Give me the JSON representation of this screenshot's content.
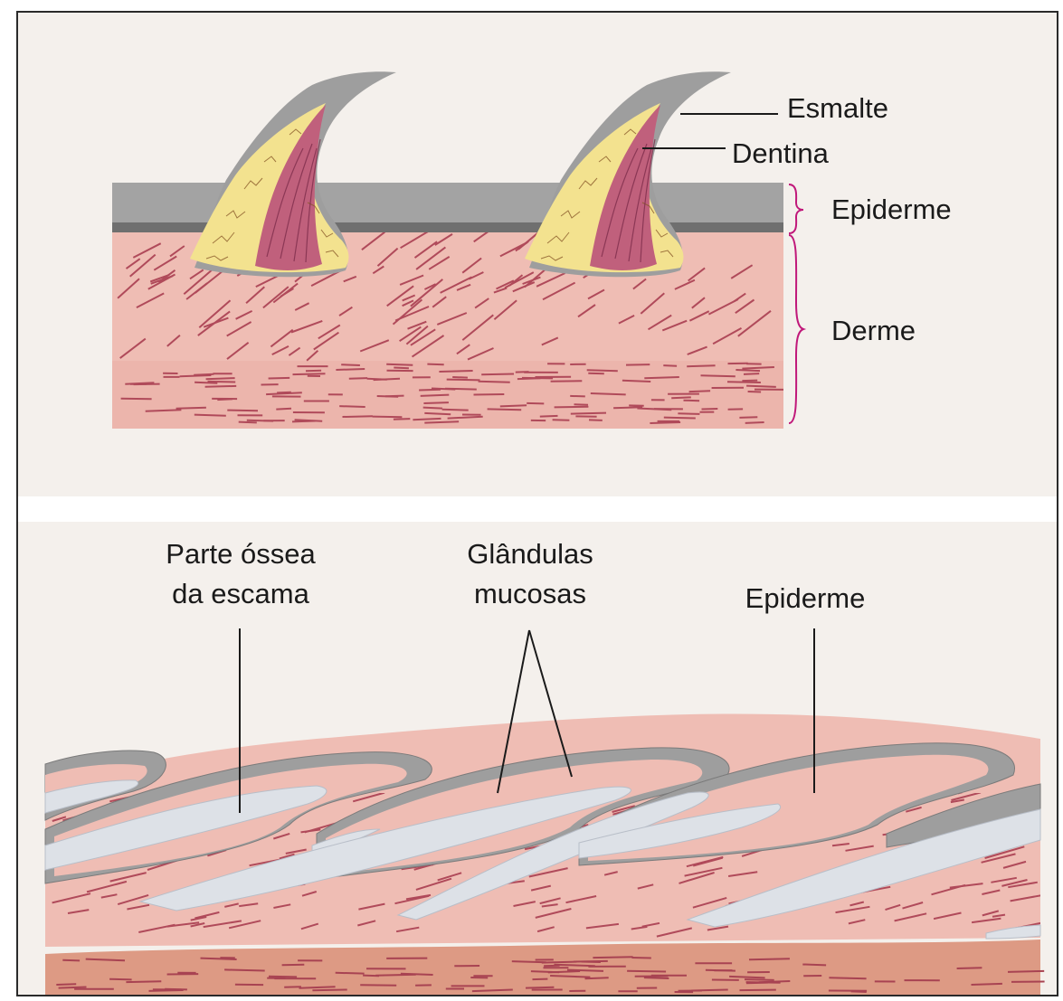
{
  "top_panel": {
    "labels": {
      "esmalte": "Esmalte",
      "dentina": "Dentina",
      "epiderme": "Epiderme",
      "derme": "Derme"
    }
  },
  "bottom_panel": {
    "labels": {
      "parte_ossea_line1": "Parte óssea",
      "parte_ossea_line2": "da escama",
      "glandulas_line1": "Glândulas",
      "glandulas_line2": "mucosas",
      "epiderme": "Epiderme"
    }
  },
  "colors": {
    "background": "#f4f0ec",
    "epidermis": "#a3a3a3",
    "dermis": "#efbdb4",
    "fibers": "#b04a5a",
    "dentin": "#f3e28f",
    "pulp": "#c0607c",
    "bone": "#dde1e7",
    "deep_layer": "#dd9a84",
    "brace": "#c0187a"
  }
}
